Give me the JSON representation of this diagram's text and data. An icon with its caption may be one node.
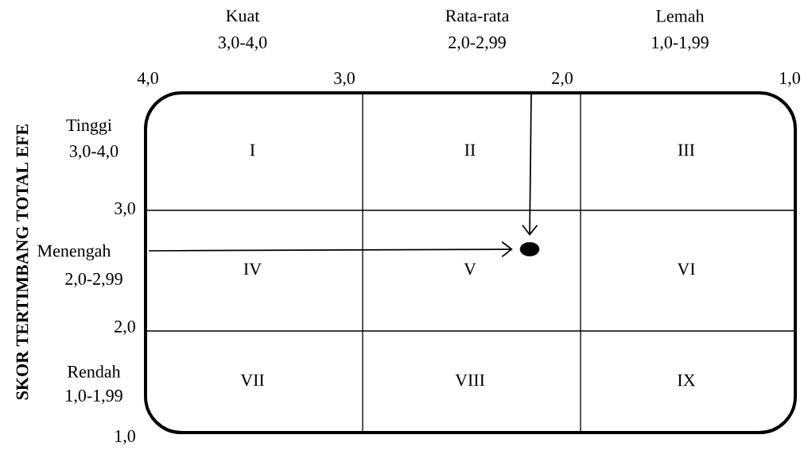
{
  "diagram": {
    "nodes": [
      {
        "text": [],
        "shape": "box"
      },
      {
        "text": [
          "I"
        ],
        "in": 0
      },
      {
        "text": [
          "II"
        ],
        "in": 0
      },
      {
        "text": [
          "III"
        ],
        "in": 0
      },
      {
        "text": [
          "IV"
        ],
        "in": 0
      },
      {
        "text": [
          "V"
        ],
        "in": 0
      },
      {
        "text": [
          "VI"
        ],
        "in": 0
      },
      {
        "text": [
          "VII"
        ],
        "in": 0
      },
      {
        "text": [
          "VIII"
        ],
        "in": 0
      },
      {
        "text": [
          "IX"
        ],
        "in": 0
      },
      {
        "text": [],
        "shape": "circle",
        "in": 0
      }
    ],
    "edges": [
      {
        "from": null,
        "to": 10,
        "arrow": "to"
      },
      {
        "from": null,
        "to": 10,
        "arrow": "to"
      }
    ],
    "labels": [
      "SKOR TERTIMBANG TOTAL EFE",
      "Kuat",
      "3,0-4,0",
      "Rata-rata",
      "2,0-2,99",
      "Lemah",
      "1,0-1,99",
      "4,0",
      "3,0",
      "2,0",
      "1,0",
      "Tinggi",
      "3,0-4,0",
      "3,0",
      "Menengah",
      "2,0-2,99",
      "2,0",
      "Rendah",
      "1,0-1,99",
      "1,0"
    ]
  }
}
